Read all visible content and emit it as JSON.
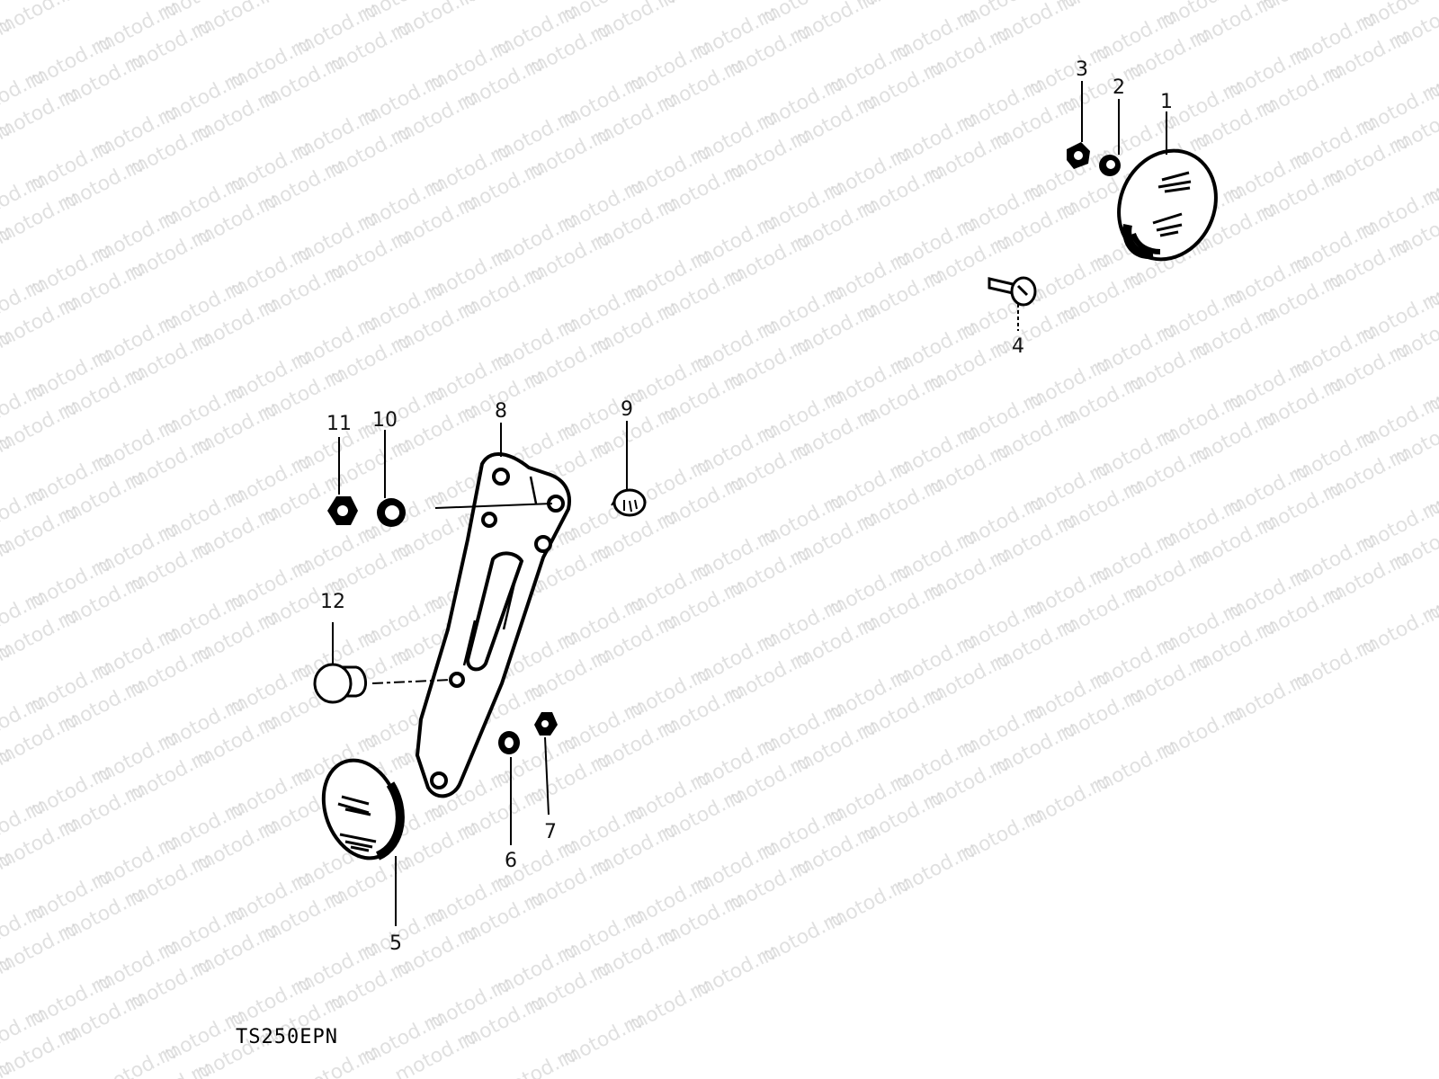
{
  "watermark": "motod.ru",
  "model_code": "TS250EPN",
  "callouts": {
    "1": "1",
    "2": "2",
    "3": "3",
    "4": "4",
    "5": "5",
    "6": "6",
    "7": "7",
    "8": "8",
    "9": "9",
    "10": "10",
    "11": "11",
    "12": "12"
  },
  "reflector_lettering": "reflector-lettering-graphic"
}
